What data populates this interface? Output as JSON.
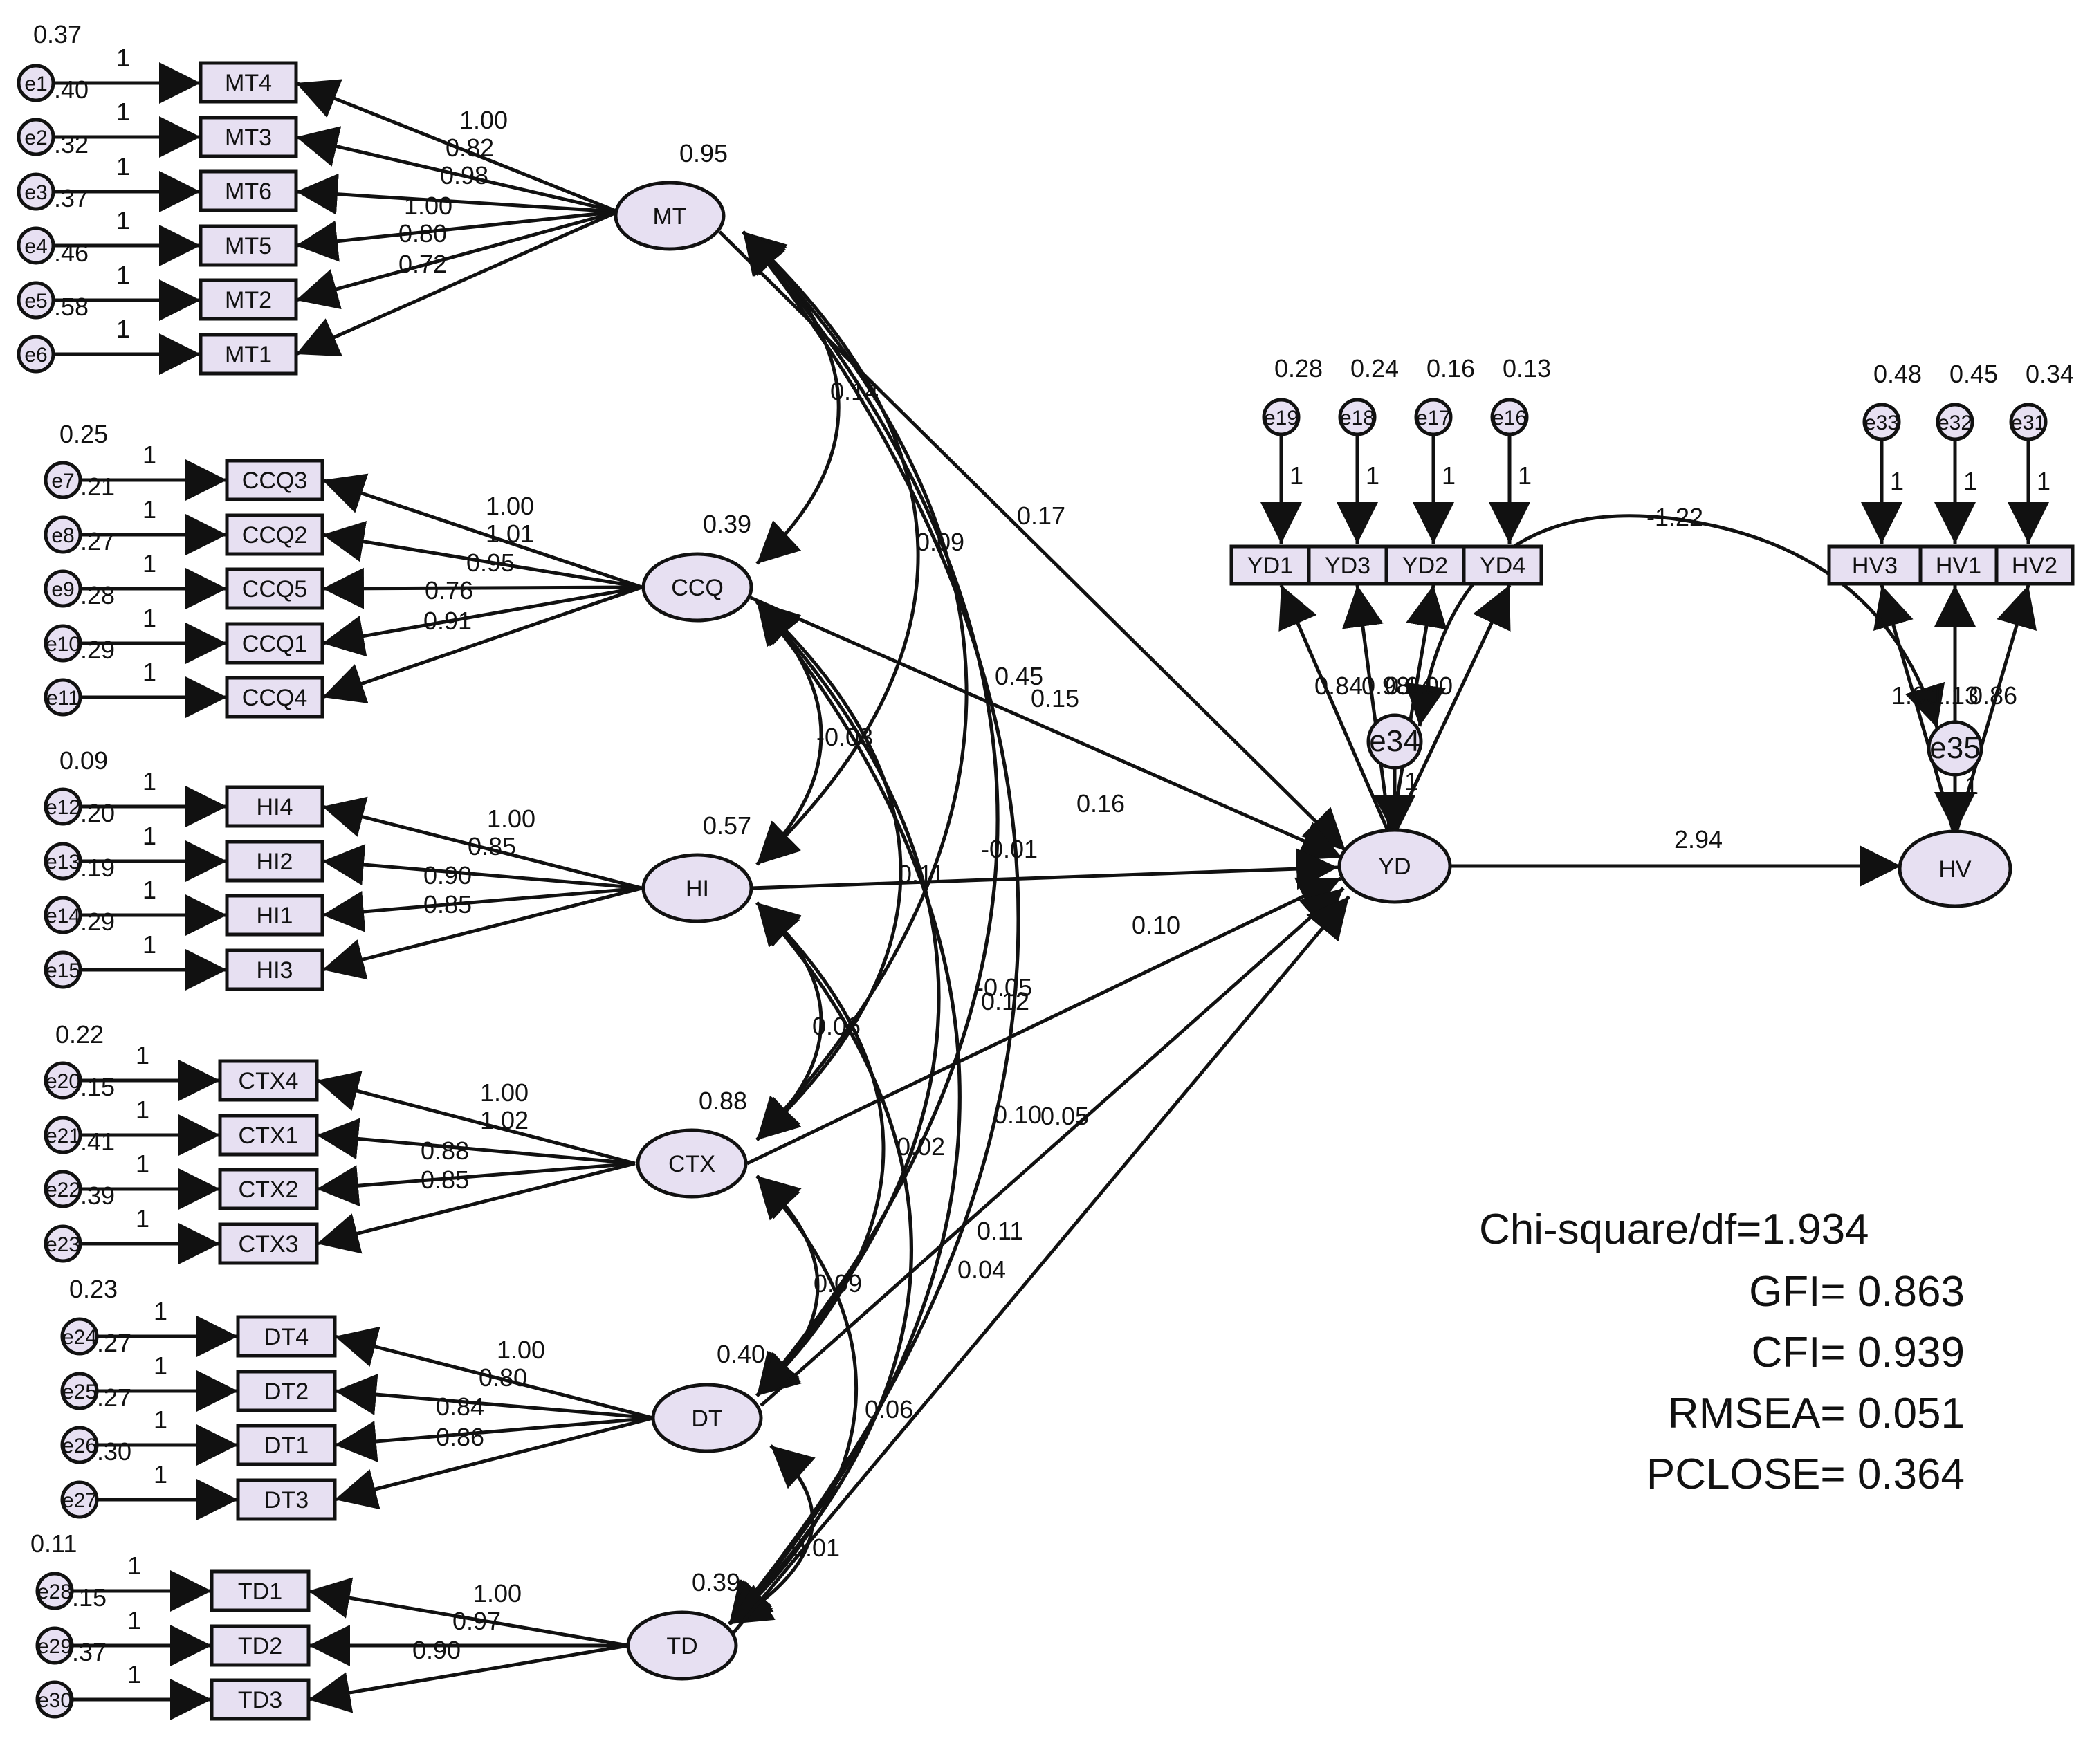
{
  "latents": {
    "MT": {
      "label": "MT",
      "variance": "0.95"
    },
    "CCQ": {
      "label": "CCQ",
      "variance": "0.39"
    },
    "HI": {
      "label": "HI",
      "variance": "0.57"
    },
    "CTX": {
      "label": "CTX",
      "variance": "0.88"
    },
    "DT": {
      "label": "DT",
      "variance": "0.40"
    },
    "TD": {
      "label": "TD",
      "variance": "0.39"
    },
    "YD": {
      "label": "YD"
    },
    "HV": {
      "label": "HV"
    }
  },
  "indicators": {
    "MT4": "MT4",
    "MT3": "MT3",
    "MT6": "MT6",
    "MT5": "MT5",
    "MT2": "MT2",
    "MT1": "MT1",
    "CCQ3": "CCQ3",
    "CCQ2": "CCQ2",
    "CCQ5": "CCQ5",
    "CCQ1": "CCQ1",
    "CCQ4": "CCQ4",
    "HI4": "HI4",
    "HI2": "HI2",
    "HI1": "HI1",
    "HI3": "HI3",
    "CTX4": "CTX4",
    "CTX1": "CTX1",
    "CTX2": "CTX2",
    "CTX3": "CTX3",
    "DT4": "DT4",
    "DT2": "DT2",
    "DT1": "DT1",
    "DT3": "DT3",
    "TD1": "TD1",
    "TD2": "TD2",
    "TD3": "TD3",
    "YD1": "YD1",
    "YD3": "YD3",
    "YD2": "YD2",
    "YD4": "YD4",
    "HV3": "HV3",
    "HV1": "HV1",
    "HV2": "HV2"
  },
  "errors": {
    "e1": "e1",
    "e2": "e2",
    "e3": "e3",
    "e4": "e4",
    "e5": "e5",
    "e6": "e6",
    "e7": "e7",
    "e8": "e8",
    "e9": "e9",
    "e10": "e10",
    "e11": "e11",
    "e12": "e12",
    "e13": "e13",
    "e14": "e14",
    "e15": "e15",
    "e20": "e20",
    "e21": "e21",
    "e22": "e22",
    "e23": "e23",
    "e24": "e24",
    "e25": "e25",
    "e26": "e26",
    "e27": "e27",
    "e28": "e28",
    "e29": "e29",
    "e30": "e30",
    "e19": "e19",
    "e18": "e18",
    "e17": "e17",
    "e16": "e16",
    "e33": "e33",
    "e32": "e32",
    "e31": "e31",
    "e34": "e34",
    "e35": "e35"
  },
  "error_variances": {
    "e1": "0.37",
    "e2": ".40",
    "e3": ".32",
    "e4": ".37",
    "e5": ".46",
    "e6": ".58",
    "e7": "0.25",
    "e8": ".21",
    "e9": ".27",
    "e10": ".28",
    "e11": ".29",
    "e12": "0.09",
    "e13": ".20",
    "e14": ".19",
    "e15": ".29",
    "e20": "0.22",
    "e21": ".15",
    "e22": ".41",
    "e23": ".39",
    "e24": "0.23",
    "e25": ".27",
    "e26": ".27",
    "e27": ".30",
    "e28": "0.11",
    "e29": ".15",
    "e30": ".37",
    "e19": "0.28",
    "e18": "0.24",
    "e17": "0.16",
    "e16": "0.13",
    "e33": "0.48",
    "e32": "0.45",
    "e31": "0.34"
  },
  "fixed_one": "1",
  "loadings": {
    "MT": [
      "1.00",
      "0.82",
      "0.98",
      "1.00",
      "0.80",
      "0.72"
    ],
    "CCQ": [
      "1.00",
      "1.01",
      "0.95",
      "0.76",
      "0.91"
    ],
    "HI": [
      "1.00",
      "0.85",
      "0.90",
      "0.85"
    ],
    "CTX": [
      "1.00",
      "1.02",
      "0.88",
      "0.85"
    ],
    "DT": [
      "1.00",
      "0.80",
      "0.84",
      "0.86"
    ],
    "TD": [
      "1.00",
      "0.97",
      "0.90"
    ],
    "YD": [
      "0.84",
      "0.98",
      "0.94",
      "1.00"
    ],
    "HV": [
      "1.00",
      "1.13",
      "0.86"
    ]
  },
  "covariances": {
    "MT_CCQ": "0.14",
    "MT_HI": "0.09",
    "MT_CTX": "0.45",
    "MT_DT": "0.16",
    "MT_TD": "0.10",
    "CCQ_HI": "-0.03",
    "CCQ_CTX": "-0.01",
    "CCQ_DT": "-0.05",
    "CCQ_TD": "0.10",
    "HI_CTX": "0.06",
    "HI_DT": "0.02",
    "HI_TD": "0.04",
    "CTX_DT": "0.09",
    "CTX_TD": "0.06",
    "DT_TD": "0.01"
  },
  "paths": {
    "MT_YD": "0.17",
    "CCQ_YD": "0.15",
    "HI_YD": "0.11",
    "CTX_YD": "0.12",
    "DT_YD": "0.05",
    "TD_YD": "0.11",
    "YD_HV": "2.94",
    "e34_e35": "-1.22"
  },
  "fit": {
    "chisq": "Chi-square/df=1.934",
    "gfi": "GFI= 0.863",
    "cfi": "CFI= 0.939",
    "rmsea": "RMSEA= 0.051",
    "pclose": "PCLOSE= 0.364"
  }
}
